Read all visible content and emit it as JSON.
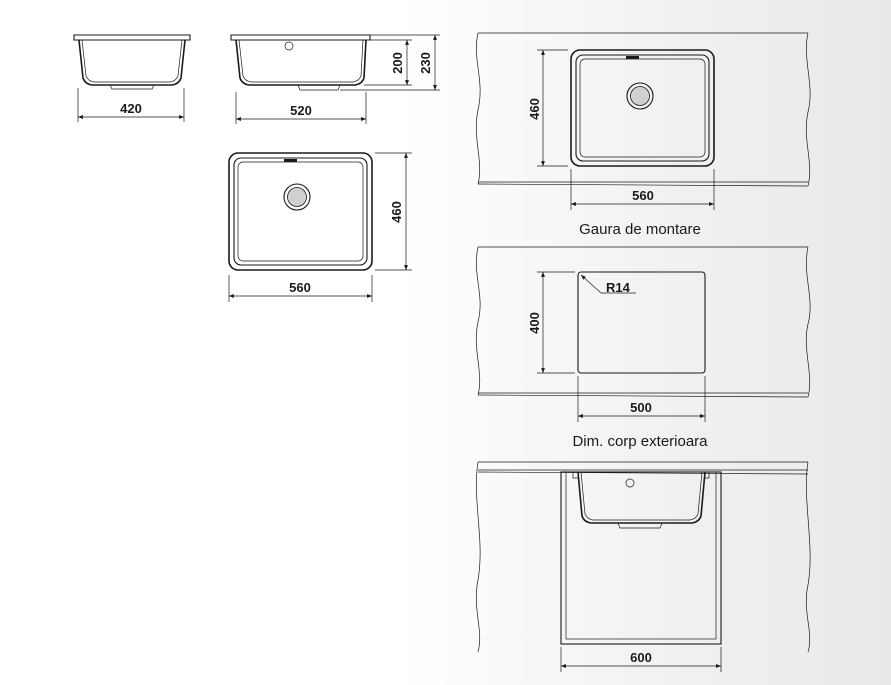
{
  "views": {
    "front_section": {
      "width": "420"
    },
    "side_section": {
      "width": "520",
      "bowl_depth": "200",
      "total_depth": "230"
    },
    "top_view": {
      "width": "560",
      "depth": "460"
    }
  },
  "installation": {
    "countertop_view": {
      "depth": "460",
      "width": "560"
    },
    "cutout": {
      "caption": "Gaura de montare",
      "depth": "400",
      "width": "500",
      "radius": "R14"
    },
    "cabinet": {
      "caption": "Dim. corp exterioara",
      "width": "600"
    }
  }
}
